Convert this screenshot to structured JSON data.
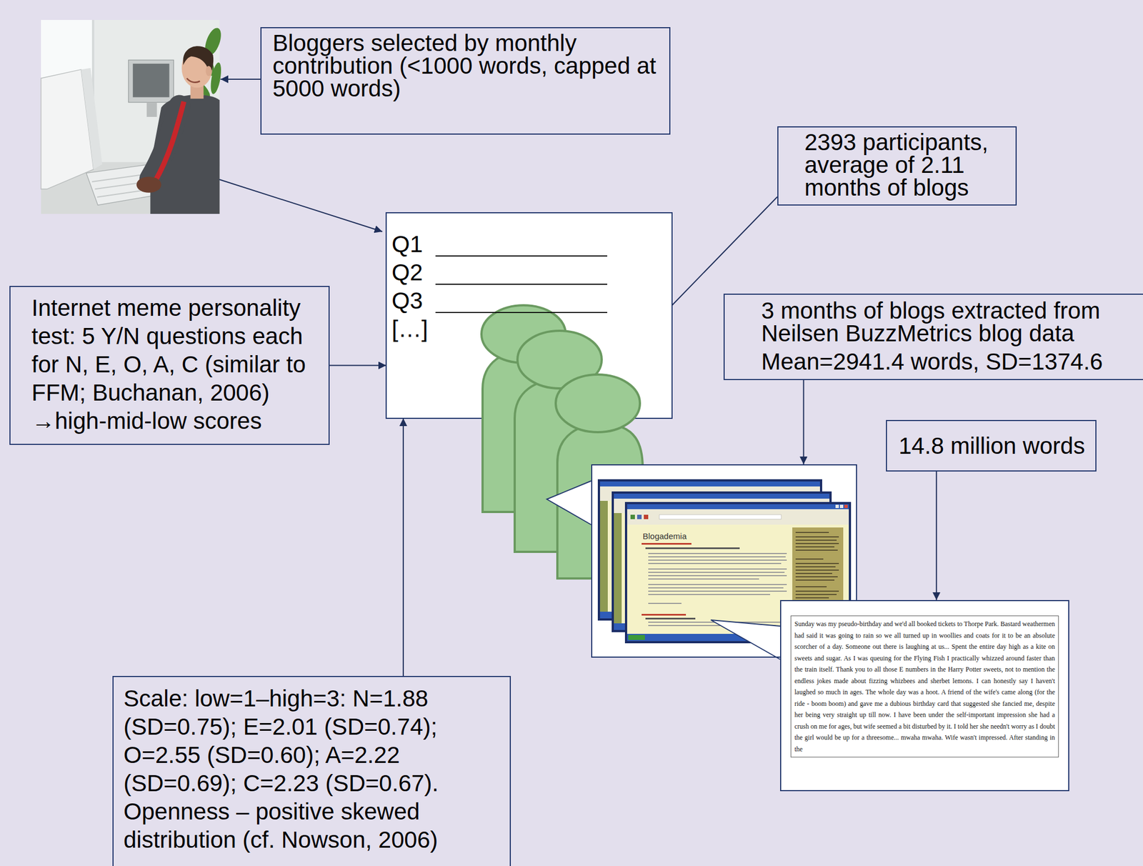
{
  "diagram": {
    "nodes": [
      {
        "text": [
          "Bloggers selected by monthly contribution (<1000 words, capped at 5000 words)"
        ]
      },
      {
        "text": [
          "2393 participants, average of 2.11 months of blogs"
        ]
      },
      {
        "text": [
          "Q1",
          "Q2",
          "Q3",
          "[…]"
        ]
      },
      {
        "text": [
          "Internet meme personality test: 5 Y/N questions each for N, E, O, A, C (similar to FFM; Buchanan, 2006) →high-mid-low scores"
        ]
      },
      {
        "text": [
          "3 months of blogs extracted from Neilsen BuzzMetrics blog data",
          "Mean=2941.4 words, SD=1374.6"
        ]
      },
      {
        "text": [
          "14.8 million words"
        ]
      },
      {
        "text": [
          "Blogademia"
        ]
      },
      {
        "text": [
          "Sunday was my pseudo-birthday and we'd all booked tickets to Thorpe Park. Bastard weathermen had said it was going to rain so we all turned up in woollies and coats for it to be an absolute scorcher of a day. Someone out there is laughing at us... Spent the entire day high as a kite on sweets and sugar. As I was queuing for the Flying Fish I practically whizzed around faster than the train itself. Thank you to all those E numbers in the Harry Potter sweets, not to mention the endless jokes made about fizzing whizbees and sherbet lemons. I can honestly say I haven't laughed so much in ages. The whole day was a hoot. A friend of the wife's came along (for the ride - boom boom) and gave me a dubious birthday card that suggested she fancied me, despite her being very straight up till now. I have been under the self-important impression she had a crush on me for ages, but wife seemed a bit disturbed by it. I told her she needn't worry as I doubt the girl would be up for a threesome... mwaha mwaha. Wife wasn't impressed. After standing in the"
        ]
      },
      {
        "text": [
          "Scale: low=1–high=3: N=1.88 (SD=0.75); E=2.01 (SD=0.74); O=2.55 (SD=0.60); A=2.22 (SD=0.69); C=2.23 (SD=0.67). Openness – positive skewed distribution (cf. Nowson, 2006)"
        ]
      }
    ],
    "edges": [
      {
        "from": 1,
        "to": 2,
        "arrow": "none"
      },
      {
        "from": 3,
        "to": 2,
        "arrow": "to"
      },
      {
        "from": 4,
        "to": 6,
        "arrow": "to"
      },
      {
        "from": 5,
        "to": 7,
        "arrow": "to"
      },
      {
        "from": 8,
        "to": 2,
        "arrow": "to"
      }
    ]
  }
}
